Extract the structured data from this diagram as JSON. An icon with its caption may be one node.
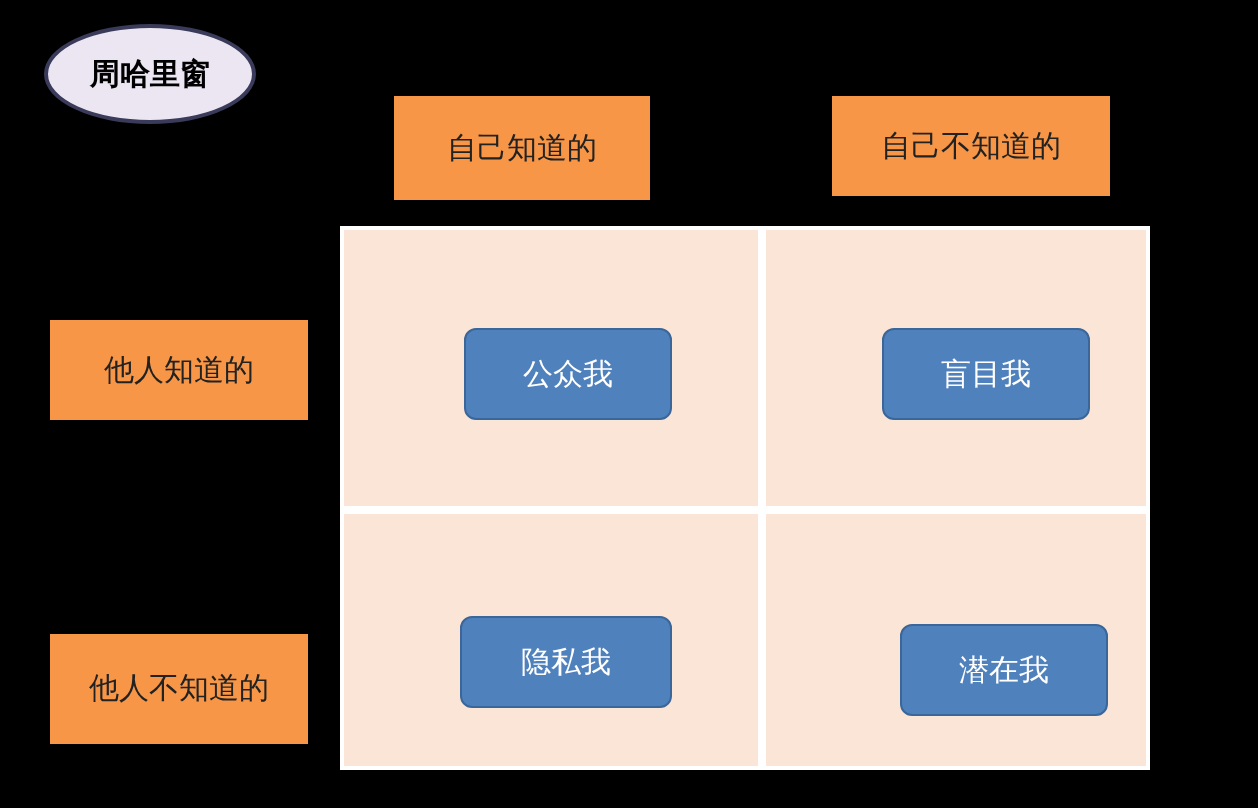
{
  "diagram": {
    "nodes": [
      {
        "text": [
          "周哈里窗"
        ]
      },
      {
        "text": [
          "自己知道的"
        ]
      },
      {
        "text": [
          "自己不知道的"
        ]
      },
      {
        "text": [
          "他人知道的"
        ]
      },
      {
        "text": [
          "他人不知道的"
        ]
      },
      {
        "text": [],
        "shape": "box"
      },
      {
        "text": [
          "公众我"
        ],
        "in": 5
      },
      {
        "text": [],
        "shape": "box"
      },
      {
        "text": [
          "盲目我"
        ],
        "in": 7
      },
      {
        "text": [],
        "shape": "box"
      },
      {
        "text": [
          "隐私我"
        ],
        "in": 9
      },
      {
        "text": [],
        "shape": "box"
      },
      {
        "text": [
          "潜在我"
        ],
        "in": 11
      }
    ],
    "edges": []
  }
}
